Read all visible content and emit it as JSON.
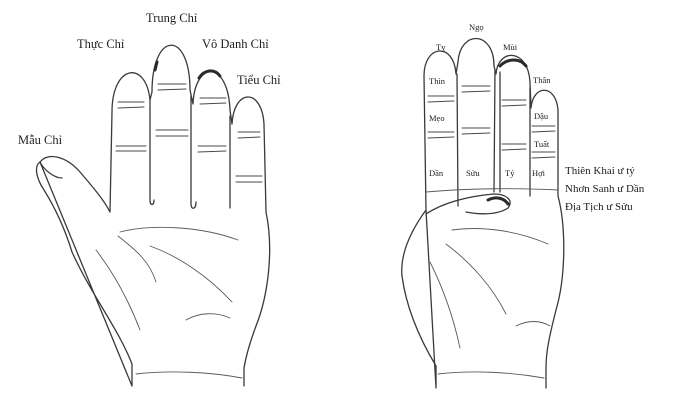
{
  "left_hand": {
    "labels": {
      "middle": "Trung Chỉ",
      "index": "Thực Chỉ",
      "ring": "Vô Danh Chỉ",
      "little": "Tiểu Chỉ",
      "thumb": "Mẫu Chỉ"
    }
  },
  "right_hand": {
    "top_labels": {
      "ti": "Tỵ",
      "ngo": "Ngọ",
      "mui": "Mùi",
      "than": "Thân"
    },
    "mid_labels": {
      "thin": "Thìn",
      "mao": "Mẹo",
      "dau": "Dậu",
      "tuat": "Tuất"
    },
    "base_labels": {
      "dan": "Dần",
      "suu": "Sửu",
      "ty": "Tý",
      "hoi": "Hợi"
    },
    "notes": {
      "line1": "Thiên Khai ư tý",
      "line2": "Nhơn Sanh ư Dần",
      "line3": "Địa Tịch ư Sửu"
    }
  }
}
